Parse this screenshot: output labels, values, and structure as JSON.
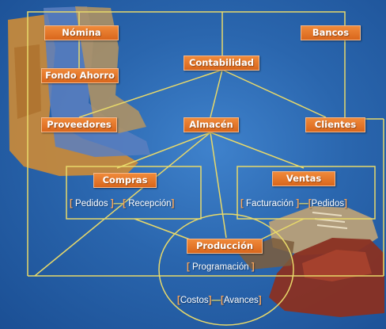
{
  "colors": {
    "line": "#e8d96a",
    "box": "#e2742a",
    "background": "#2a66ae"
  },
  "nodes": {
    "nomina": "Nómina",
    "bancos": "Bancos",
    "contabilidad": "Contabilidad",
    "fondo_ahorro": "Fondo Ahorro",
    "proveedores": "Proveedores",
    "almacen": "Almacén",
    "clientes": "Clientes",
    "compras": "Compras",
    "ventas": "Ventas",
    "produccion": "Producción"
  },
  "subitems": {
    "pedidos": "Pedidos",
    "recepcion": "Recepción",
    "facturacion": "Facturación",
    "pedidos_ventas": "Pedidos",
    "programacion": "Programación",
    "costos": "Costos",
    "avances": "Avances"
  },
  "icons": [
    "cowboy-boots-image",
    "dress-shoes-image"
  ]
}
